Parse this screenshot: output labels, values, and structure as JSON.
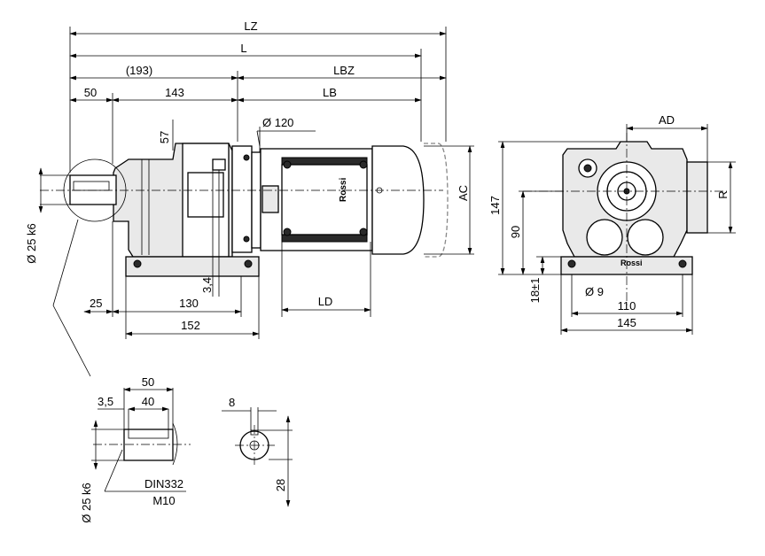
{
  "drawing": {
    "side_view": {
      "dim_LZ": "LZ",
      "dim_L": "L",
      "dim_193": "(193)",
      "dim_LBZ": "LBZ",
      "dim_50": "50",
      "dim_143": "143",
      "dim_LB": "LB",
      "dim_d120": "Ø 120",
      "dim_57": "57",
      "dim_AC": "AC",
      "dim_shaft": "Ø 25 k6",
      "dim_3_4": "3,4",
      "dim_25": "25",
      "dim_130": "130",
      "dim_152": "152",
      "dim_LD": "LD"
    },
    "end_view": {
      "dim_AD": "AD",
      "dim_R": "R",
      "dim_147": "147",
      "dim_90": "90",
      "dim_18": "18±1",
      "dim_d9": "Ø 9",
      "dim_110": "110",
      "dim_145": "145"
    },
    "shaft_detail": {
      "dim_50": "50",
      "dim_3_5": "3,5",
      "dim_40": "40",
      "dim_8": "8",
      "dim_shaft": "Ø 25 k6",
      "note_din": "DIN332",
      "note_thread": "M10",
      "dim_28": "28"
    },
    "brand": "Rossi"
  }
}
